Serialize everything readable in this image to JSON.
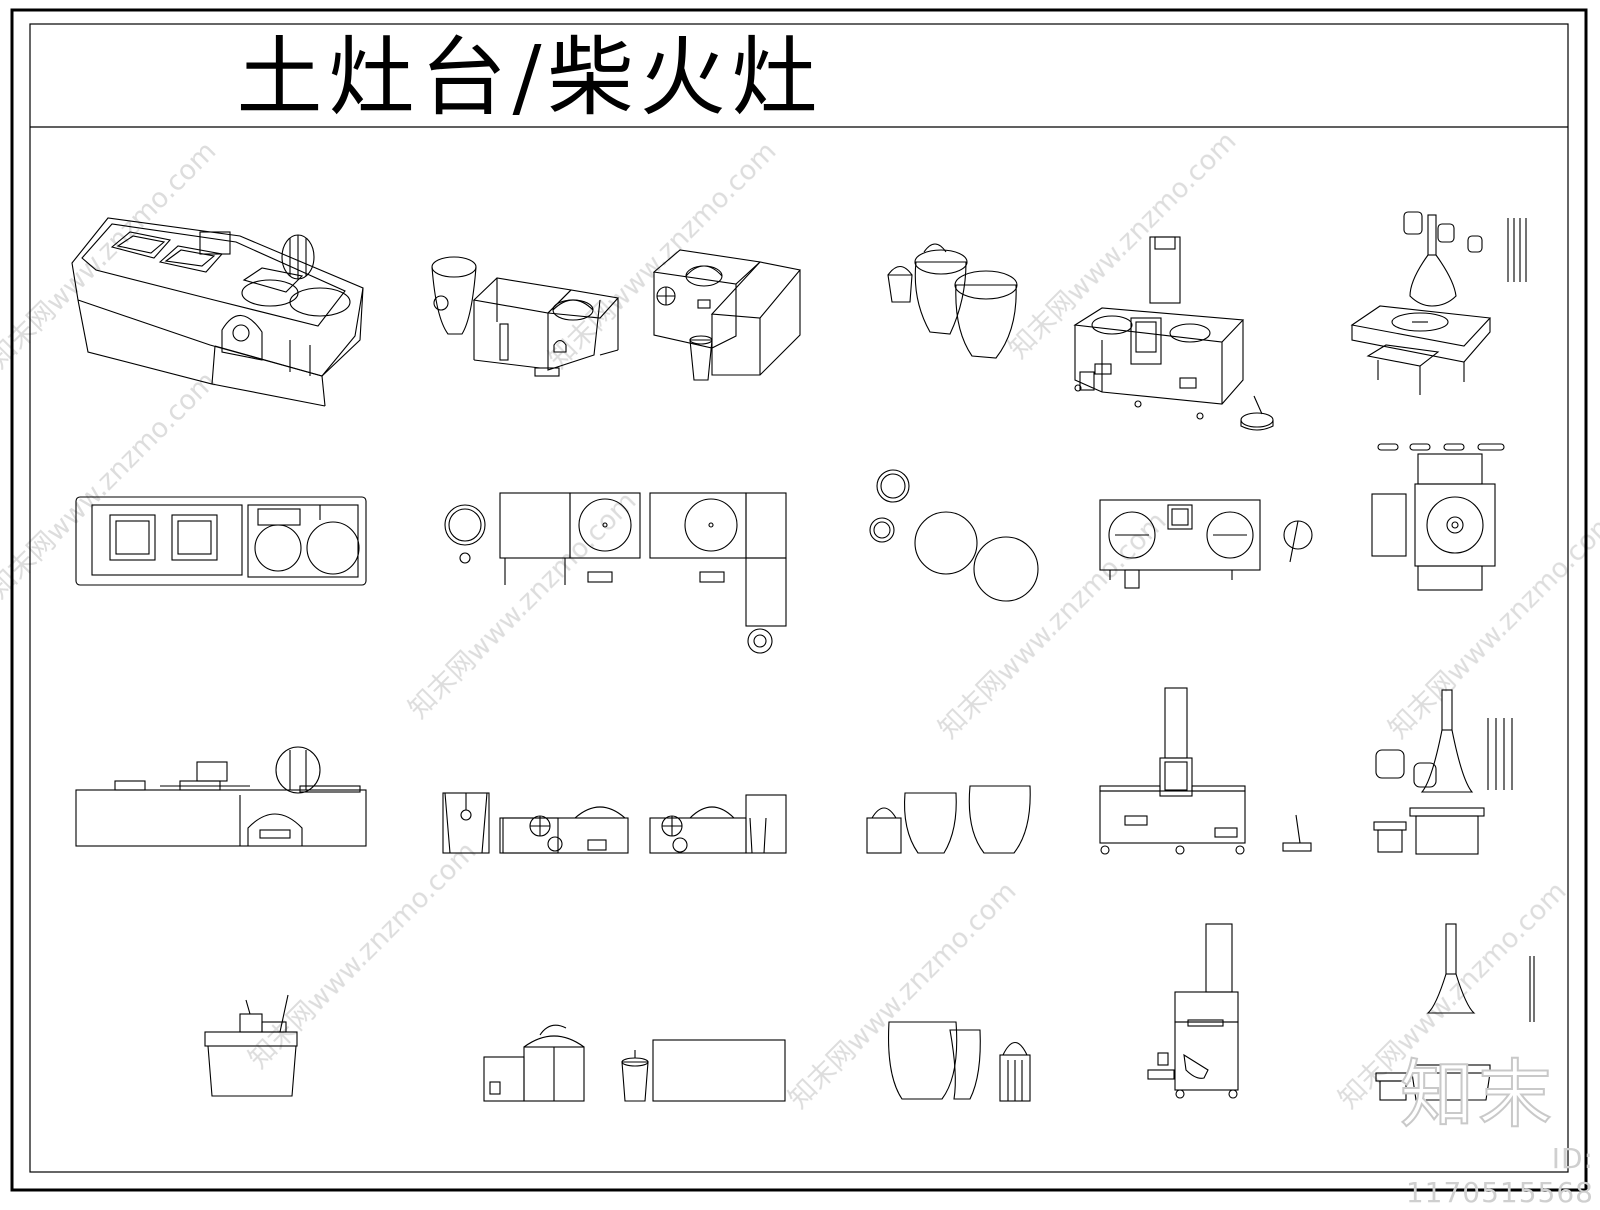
{
  "drawing": {
    "title": "土灶台/柴火灶",
    "watermark_text": "知末网www.znzmo.com",
    "logo_text": "知末",
    "id_text": "ID: 1170515568"
  },
  "colors": {
    "line": "#000000",
    "paper": "#ffffff",
    "watermark": "#d0d0d0"
  },
  "sections": {
    "rows": [
      "isometric",
      "plan",
      "front-elevation",
      "side-elevation"
    ],
    "columns": [
      "earth-stove",
      "firewood-stove-unit",
      "water-vats",
      "chimney-stove-cart",
      "hood-stove"
    ]
  }
}
